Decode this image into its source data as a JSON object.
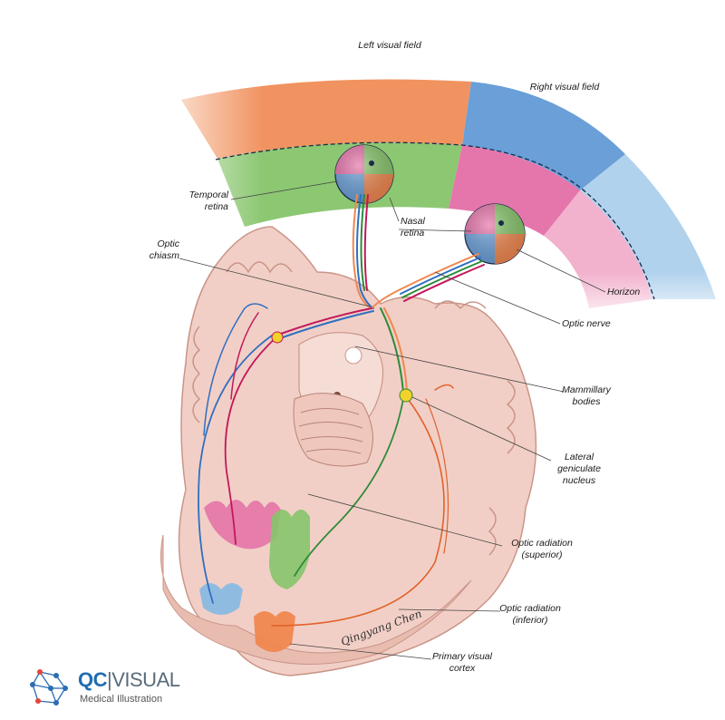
{
  "labels": {
    "left_visual_field": "Left visual field",
    "right_visual_field": "Right visual field",
    "temporal_retina_1": "Temporal",
    "temporal_retina_2": "retina",
    "nasal_retina_1": "Nasal",
    "nasal_retina_2": "retina",
    "optic_chiasm_1": "Optic",
    "optic_chiasm_2": "chiasm",
    "horizon": "Horizon",
    "optic_nerve": "Optic nerve",
    "mammillary_1": "Mammillary",
    "mammillary_2": "bodies",
    "lgn_1": "Lateral",
    "lgn_2": "geniculate",
    "lgn_3": "nucleus",
    "radiation_sup_1": "Optic radiation",
    "radiation_sup_2": "(superior)",
    "radiation_inf_1": "Optic radiation",
    "radiation_inf_2": "(inferior)",
    "cortex_1": "Primary visual",
    "cortex_2": "cortex"
  },
  "signature": "Qingyang Chen",
  "logo": {
    "brand_qc": "QC",
    "brand_sep": "|",
    "brand_visual": "VISUAL",
    "tagline": "Medical Illustration"
  },
  "colors": {
    "field_orange": "#f0874f",
    "field_blue": "#6a9fd8",
    "field_green": "#86c46a",
    "field_pink": "#e46fa6",
    "brain": "#f2cfc6",
    "brain_dark": "#c99588",
    "tract_green": "#2e8b3a",
    "tract_pink": "#c2185b",
    "tract_blue": "#2f6fc0",
    "tract_orange": "#e0622a",
    "lgn_yellow": "#f1d12a"
  }
}
